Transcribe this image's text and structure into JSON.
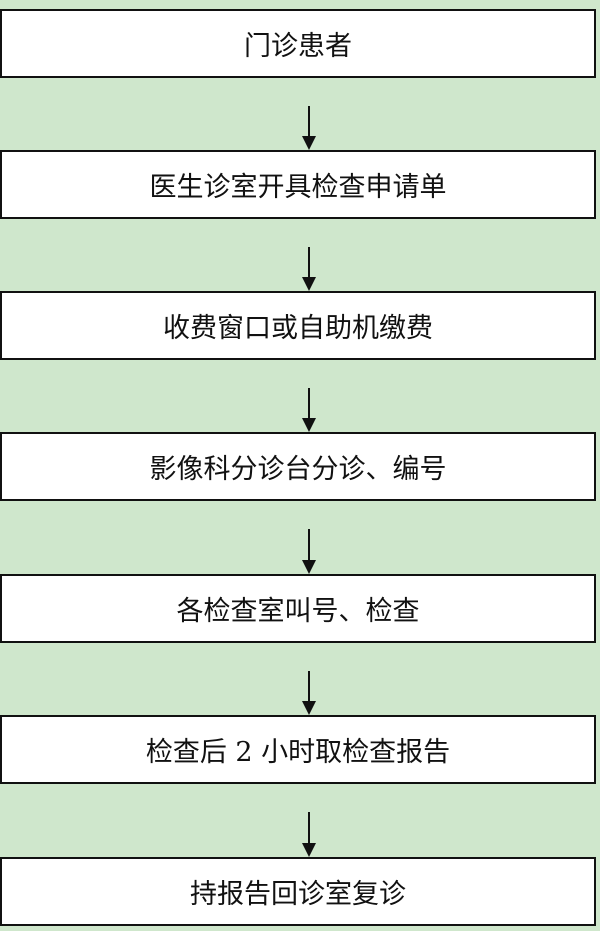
{
  "steps": [
    "门诊患者",
    "医生诊室开具检查申请单",
    "收费窗口或自助机缴费",
    "影像科分诊台分诊、编号",
    "各检查室叫号、检查",
    "检查后 2 小时取检查报告",
    "持报告回诊室复诊"
  ],
  "colors": {
    "background": "#cfe7cc",
    "box": "#ffffff",
    "border": "#111111"
  }
}
